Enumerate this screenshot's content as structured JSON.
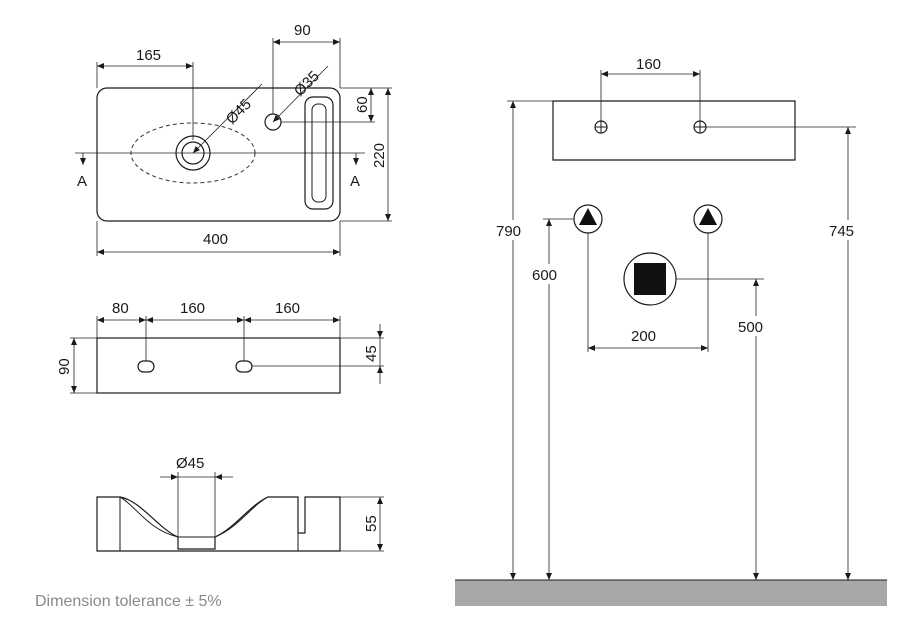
{
  "top_view": {
    "dim_width": "400",
    "dim_depth": "220",
    "dim_drain_offset": "165",
    "dim_tap_offset": "90",
    "dim_tap_from_back": "60",
    "dim_drain_dia": "Ø45",
    "dim_tap_dia": "Ø35",
    "section_mark": "A"
  },
  "front_view": {
    "dim_first_hole": "80",
    "dim_hole_spacing_1": "160",
    "dim_hole_spacing_2": "160",
    "dim_height": "90",
    "dim_hole_height": "45"
  },
  "section_view": {
    "dim_outlet_dia": "Ø45",
    "dim_bowl_height": "55"
  },
  "wall_view": {
    "dim_mount_spacing": "160",
    "dim_top_height": "790",
    "dim_mount_height": "745",
    "dim_supply_height": "600",
    "dim_waste_height": "500",
    "dim_supply_spacing": "200"
  },
  "footer": {
    "tolerance_note": "Dimension tolerance ± 5%"
  }
}
